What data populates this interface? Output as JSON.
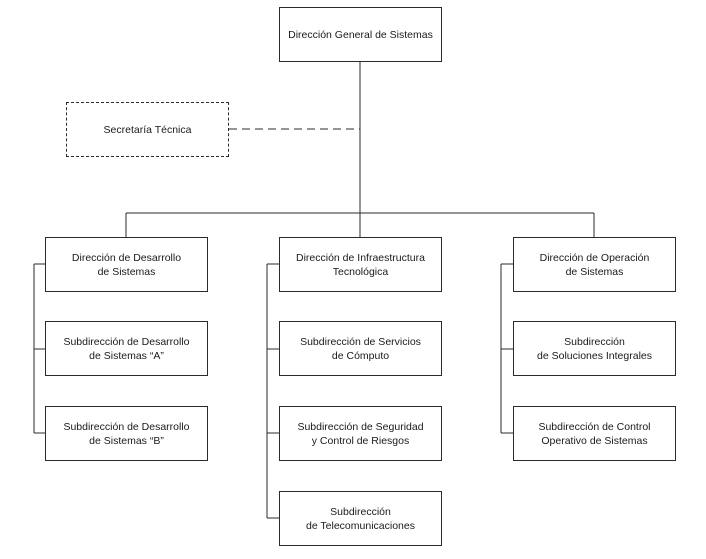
{
  "org_chart": {
    "director_general": "Dirección General de Sistemas",
    "staff": "Secretaría Técnica",
    "columns": [
      {
        "head": "Dirección de Desarrollo\nde Sistemas",
        "units": [
          "Subdirección de Desarrollo\nde Sistemas “A”",
          "Subdirección de Desarrollo\nde Sistemas “B”"
        ]
      },
      {
        "head": "Dirección de Infraestructura\nTecnológica",
        "units": [
          "Subdirección de Servicios\nde Cómputo",
          "Subdirección de Seguridad\ny Control de Riesgos",
          "Subdirección\nde Telecomunicaciones"
        ]
      },
      {
        "head": "Dirección de Operación\nde Sistemas",
        "units": [
          "Subdirección\nde Soluciones Integrales",
          "Subdirección de Control\nOperativo de Sistemas"
        ]
      }
    ]
  },
  "colors": {
    "line": "#2b2b2b",
    "box_fill": "#ffffff",
    "text": "#1a1a1a"
  }
}
